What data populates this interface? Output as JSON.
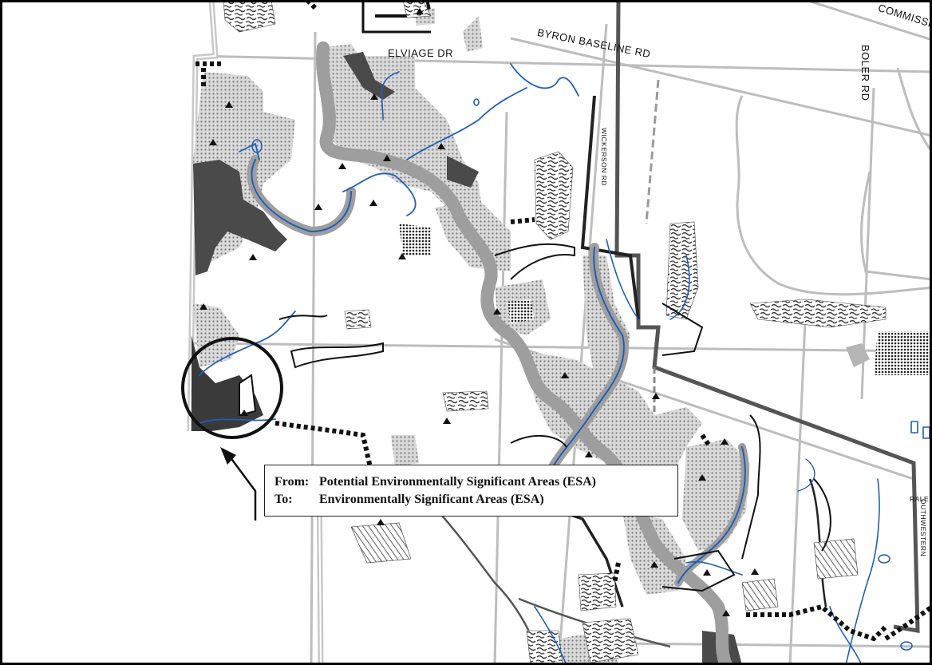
{
  "map": {
    "road_labels": [
      {
        "id": "elviage",
        "text": "ELVIAGE DR"
      },
      {
        "id": "byron-baseline",
        "text": "BYRON BASELINE RD"
      },
      {
        "id": "commissioners",
        "text": "COMMISSIO"
      },
      {
        "id": "boler",
        "text": "BOLER RD"
      },
      {
        "id": "wickerson",
        "text": "WICKERSON RD"
      },
      {
        "id": "rale",
        "text": "RALE"
      },
      {
        "id": "edge-right",
        "text": "OUTHWESTERN"
      }
    ],
    "colors": {
      "stream": "#1f5fb8",
      "esa_dark": "#3c3c3c",
      "road_grey": "#a9a9a9",
      "boundary": "#555555",
      "dotted_fill": "#8c8c8c"
    }
  },
  "callout": {
    "from_label": "From:",
    "from_value": "Potential Environmentally Significant Areas (ESA)",
    "to_label": "To:",
    "to_value": "Environmentally Significant Areas (ESA)"
  }
}
